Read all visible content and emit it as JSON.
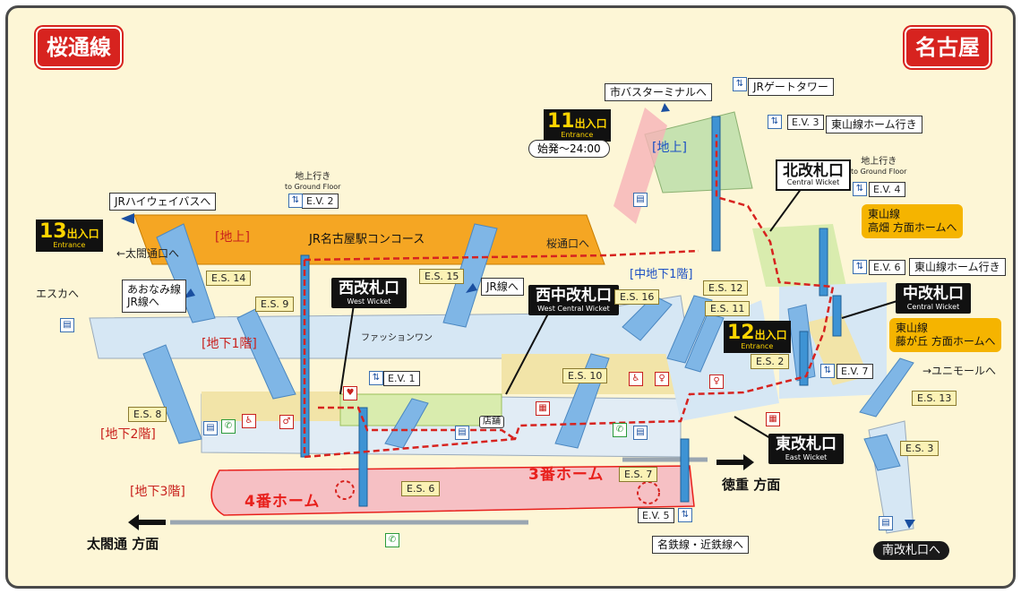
{
  "header": {
    "left_line": "桜通線",
    "right_station": "名古屋"
  },
  "floors": {
    "ground": "[地上]",
    "ground2": "[地上]",
    "b1": "[地下1階]",
    "b2": "[地下2階]",
    "b3": "[地下3階]",
    "b1_mid": "[中地下1階]"
  },
  "concourse": {
    "jr": "JR名古屋駅コンコース",
    "fashion": "ファッションワン",
    "shop": "店舗"
  },
  "destinations": {
    "jr_highway_bus": "JRハイウェイバスへ",
    "taiko_exit": "←太閤通口へ",
    "aonami": "あおなみ線\nJR線へ",
    "esca": "エスカへ",
    "jr_line": "JR線へ",
    "city_bus": "市バスターミナルへ",
    "jr_gate_tower": "JRゲートタワー",
    "sakura_exit": "桜通口へ",
    "unimall": "→ユニモールへ",
    "meitetsu": "名鉄線・近鉄線へ",
    "south_wicket": "南改札口へ"
  },
  "higashiyama": {
    "to_platform": "東山線ホーム行き",
    "takabata": "東山線\n高畑 方面ホームへ",
    "fujigaoka": "東山線\n藤が丘 方面ホームへ"
  },
  "ground_to": {
    "jp": "地上行き",
    "en": "to Ground Floor"
  },
  "exits": [
    {
      "num": "13",
      "jp": "出入口",
      "en": "Entrance"
    },
    {
      "num": "11",
      "jp": "出入口",
      "en": "Entrance"
    },
    {
      "num": "12",
      "jp": "出入口",
      "en": "Entrance"
    }
  ],
  "hours_11": "始発〜24:00",
  "wickets": {
    "west": {
      "jp": "西改札口",
      "en": "West Wicket"
    },
    "west_central": {
      "jp": "西中改札口",
      "en": "West Central Wicket"
    },
    "north": {
      "jp": "北改札口",
      "en": "Central Wicket"
    },
    "central": {
      "jp": "中改札口",
      "en": "Central Wicket"
    },
    "east": {
      "jp": "東改札口",
      "en": "East Wicket"
    }
  },
  "escalators": [
    "E.S. 14",
    "E.S. 9",
    "E.S. 15",
    "E.S. 16",
    "E.S. 12",
    "E.S. 11",
    "E.S. 10",
    "E.S. 2",
    "E.S. 8",
    "E.S. 6",
    "E.S. 7",
    "E.S. 13",
    "E.S. 3"
  ],
  "elevators": [
    "E.V. 2",
    "E.V. 1",
    "E.V. 3",
    "E.V. 4",
    "E.V. 6",
    "E.V. 7",
    "E.V. 5"
  ],
  "platforms": {
    "p4": "4番ホーム",
    "p3": "3番ホーム"
  },
  "directions": {
    "tokushige": "徳重 方面",
    "taikodori": "太閤通 方面"
  },
  "colors": {
    "line_red": "#d7231f",
    "concourse_orange": "#f5a623",
    "floor_blue": "#cfe3f3",
    "platform_pink": "#f6b3b8",
    "ticket_green": "#d9ecae"
  },
  "icons": [
    "elevator-icon",
    "toilet-icon",
    "phone-icon",
    "locker-icon",
    "aed-icon",
    "escalator-icon"
  ]
}
